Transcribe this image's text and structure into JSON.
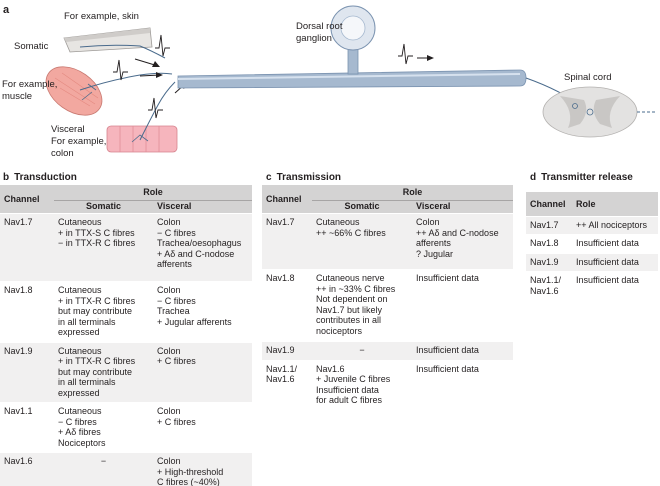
{
  "panel_a": {
    "letter": "a",
    "labels": {
      "skin": "For example, skin",
      "somatic": "Somatic",
      "muscle_line1": "For example,",
      "muscle_line2": "muscle",
      "visceral": "Visceral",
      "colon_line1": "For example,",
      "colon_line2": "colon",
      "drg_line1": "Dorsal root",
      "drg_line2": "ganglion",
      "spinal_cord": "Spinal cord"
    }
  },
  "panel_b": {
    "letter": "b",
    "title": "Transduction",
    "headers": {
      "channel": "Channel",
      "role": "Role",
      "somatic": "Somatic",
      "visceral": "Visceral"
    },
    "rows": [
      {
        "channel": "Nav1.7",
        "somatic": "Cutaneous\n+ in TTX-S C fibres\n− in TTX-R C fibres",
        "visceral": "Colon\n− C fibres\nTrachea/oesophagus\n+ Aδ and C-nodose\n   afferents"
      },
      {
        "channel": "Nav1.8",
        "somatic": "Cutaneous\n+ in TTX-R C fibres\n   but may contribute\n   in all terminals\n   expressed",
        "visceral": "Colon\n− C fibres\nTrachea\n+ Jugular afferents"
      },
      {
        "channel": "Nav1.9",
        "somatic": "Cutaneous\n+ in TTX-R C fibres\n   but may contribute\n   in all terminals\n   expressed",
        "visceral": "Colon\n+ C fibres"
      },
      {
        "channel": "Nav1.1",
        "somatic": "Cutaneous\n− C fibres\n+ Aδ fibres\n   Nociceptors",
        "visceral": "Colon\n+ C fibres"
      },
      {
        "channel": "Nav1.6",
        "somatic": "−",
        "visceral": "Colon\n+ High-threshold\n   C fibres (~40%)"
      }
    ]
  },
  "panel_c": {
    "letter": "c",
    "title": "Transmission",
    "headers": {
      "channel": "Channel",
      "role": "Role",
      "somatic": "Somatic",
      "visceral": "Visceral"
    },
    "rows": [
      {
        "channel": "Nav1.7",
        "somatic": "Cutaneous\n++ ~66% C fibres",
        "visceral": "Colon\n++ Aδ and C-nodose\n     afferents\n? Jugular"
      },
      {
        "channel": "Nav1.8",
        "somatic": "Cutaneous nerve\n++ in ~33% C fibres\nNot dependent on\nNav1.7 but likely\ncontributes in all\nnociceptors",
        "visceral": "Insufficient data"
      },
      {
        "channel": "Nav1.9",
        "somatic": "−",
        "visceral": "Insufficient data"
      },
      {
        "channel": "Nav1.1/\nNav1.6",
        "somatic": "Nav1.6\n+ Juvenile C fibres\nInsufficient data\nfor adult C fibres",
        "visceral": "Insufficient data"
      }
    ]
  },
  "panel_d": {
    "letter": "d",
    "title": "Transmitter release",
    "headers": {
      "channel": "Channel",
      "role": "Role"
    },
    "rows": [
      {
        "channel": "Nav1.7",
        "role": "++ All nociceptors"
      },
      {
        "channel": "Nav1.8",
        "role": "Insufficient data"
      },
      {
        "channel": "Nav1.9",
        "role": "Insufficient data"
      },
      {
        "channel": "Nav1.1/\nNav1.6",
        "role": "Insufficient data"
      }
    ]
  }
}
